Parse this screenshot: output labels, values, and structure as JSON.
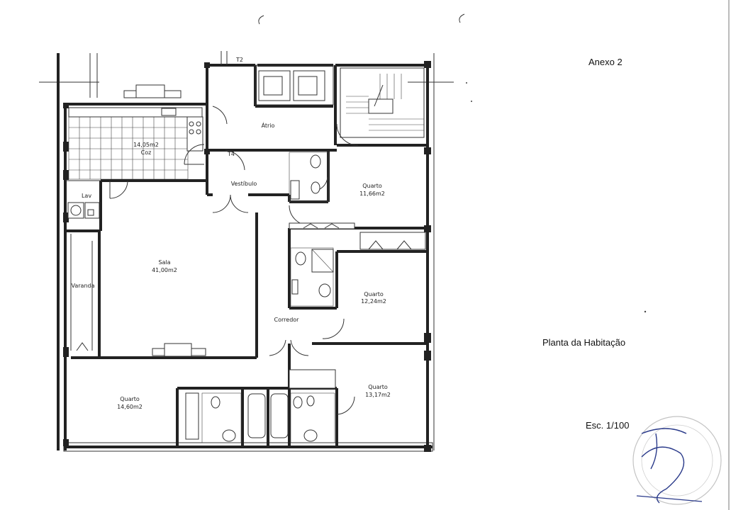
{
  "sheet": {
    "annex_label": "Anexo 2",
    "plan_title": "Planta da Habitação",
    "scale": "Esc. 1/100"
  },
  "rooms": {
    "kitchen_area": "14,05m2",
    "kitchen_label": "Coz",
    "laundry": "Lav",
    "atrium": "Átrio",
    "vestibule": "Vestíbulo",
    "t2_tag": "T2",
    "t4_tag": "T4",
    "room1_label": "Quarto",
    "room1_area": "11,66m2",
    "living_label": "Sala",
    "living_area": "41,00m2",
    "room2_label": "Quarto",
    "room2_area": "12,24m2",
    "balcony": "Varanda",
    "corridor": "Corredor",
    "room3_label": "Quarto",
    "room3_area": "13,17m2",
    "room4_label": "Quarto",
    "room4_area": "14,60m2"
  },
  "icons": {
    "stamp": "seal-stamp-icon",
    "signature": "handwritten-signature-icon"
  }
}
